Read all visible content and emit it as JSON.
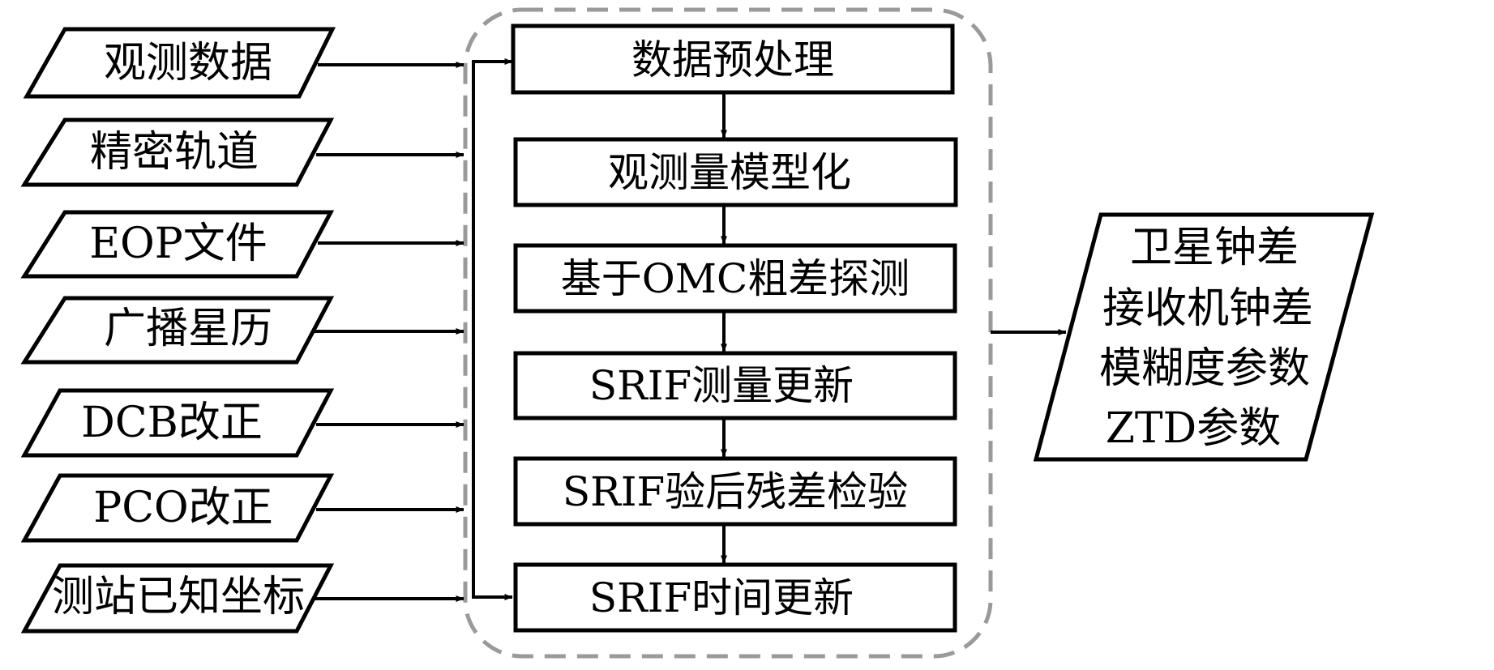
{
  "inputs": [
    {
      "label": "观测数据"
    },
    {
      "label": "精密轨道"
    },
    {
      "label": "EOP文件"
    },
    {
      "label": "广播星历"
    },
    {
      "label": "DCB改正"
    },
    {
      "label": "PCO改正"
    },
    {
      "label": "测站已知坐标"
    }
  ],
  "processing_steps": [
    {
      "label": "数据预处理"
    },
    {
      "label": "观测量模型化"
    },
    {
      "label": "基于OMC粗差探测"
    },
    {
      "label": "SRIF测量更新"
    },
    {
      "label": "SRIF验后残差检验"
    },
    {
      "label": "SRIF时间更新"
    }
  ],
  "output": {
    "lines": [
      "卫星钟差",
      "接收机钟差",
      "模糊度参数",
      "ZTD参数"
    ]
  },
  "colors": {
    "stroke": "#000000",
    "group_border": "#9a9a9a",
    "background": "#ffffff"
  }
}
